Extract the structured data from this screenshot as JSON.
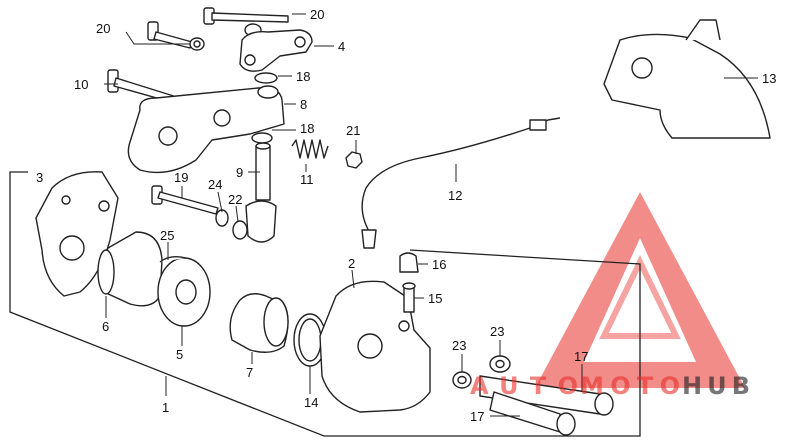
{
  "callouts": [
    "20",
    "20",
    "4",
    "10",
    "18",
    "8",
    "18",
    "21",
    "9",
    "11",
    "12",
    "13",
    "3",
    "19",
    "24",
    "22",
    "25",
    "2",
    "16",
    "15",
    "6",
    "5",
    "7",
    "14",
    "23",
    "23",
    "17",
    "17",
    "1"
  ],
  "watermark": {
    "auto": "AUTO",
    "moto": "MOTO",
    "hub": "HUB"
  },
  "colors": {
    "line": "#222222",
    "watermark_red": "#e8302a",
    "watermark_dark": "#1e1e1e"
  }
}
